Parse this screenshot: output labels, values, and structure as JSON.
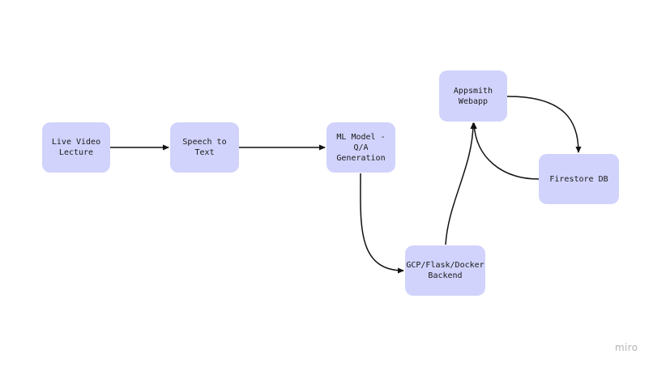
{
  "colors": {
    "node_fill": "#d1d3fc",
    "edge": "#111111"
  },
  "nodes": {
    "live_video": "Live Video\nLecture",
    "speech_to_text": "Speech to Text",
    "ml_model": "ML Model - Q/A\nGeneration",
    "appsmith": "Appsmith\nWebapp",
    "firestore": "Firestore DB",
    "gcp_backend": "GCP/Flask/Docker\nBackend"
  },
  "edges": [
    {
      "from": "live_video",
      "to": "speech_to_text"
    },
    {
      "from": "speech_to_text",
      "to": "ml_model"
    },
    {
      "from": "ml_model",
      "to": "gcp_backend"
    },
    {
      "from": "gcp_backend",
      "to": "appsmith"
    },
    {
      "from": "appsmith",
      "to": "firestore"
    },
    {
      "from": "firestore",
      "to": "appsmith"
    }
  ],
  "watermark": "miro"
}
